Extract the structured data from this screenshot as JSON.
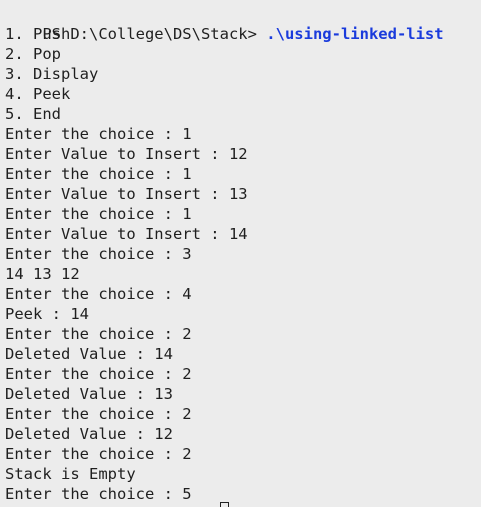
{
  "prompt": {
    "path": "PS D:\\College\\DS\\Stack> ",
    "command": ".\\using-linked-list"
  },
  "lines": [
    "1. Push",
    "2. Pop",
    "3. Display",
    "4. Peek",
    "5. End",
    "Enter the choice : 1",
    "Enter Value to Insert : 12",
    "Enter the choice : 1",
    "Enter Value to Insert : 13",
    "Enter the choice : 1",
    "Enter Value to Insert : 14",
    "Enter the choice : 3",
    "14 13 12",
    "Enter the choice : 4",
    "Peek : 14",
    "Enter the choice : 2",
    "Deleted Value : 14",
    "Enter the choice : 2",
    "Deleted Value : 13",
    "Enter the choice : 2",
    "Deleted Value : 12",
    "Enter the choice : 2",
    "Stack is Empty",
    "Enter the choice : 5"
  ],
  "colors": {
    "background": "#ececec",
    "text": "#1f1f1f",
    "command": "#1a3bdc"
  }
}
